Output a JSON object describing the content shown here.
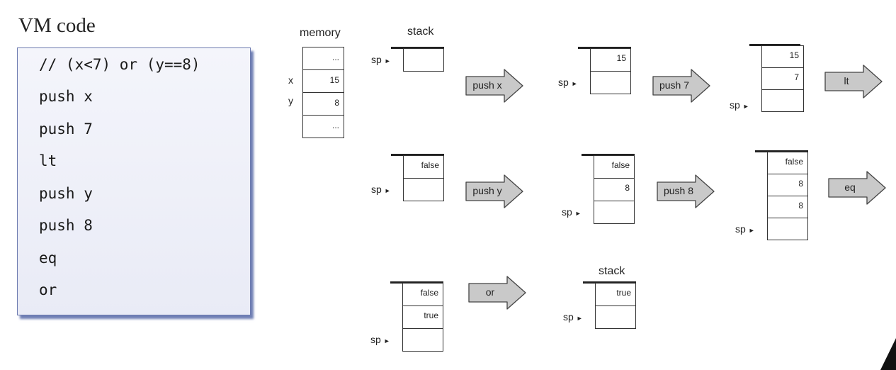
{
  "title": "VM code",
  "code": [
    "// (x<7) or (y==8)",
    "push x",
    "push 7",
    "lt",
    "push y",
    "push 8",
    "eq",
    "or"
  ],
  "memory": {
    "label": "memory",
    "cells": [
      "...",
      "15",
      "8",
      "..."
    ],
    "var_x": "x",
    "var_y": "y"
  },
  "stack_label_top": "stack",
  "stack_label_final": "stack",
  "sp_label": "sp",
  "stacks": [
    {
      "cells": [
        ""
      ]
    },
    {
      "cells": [
        "15",
        ""
      ]
    },
    {
      "cells": [
        "15",
        "7",
        ""
      ]
    },
    {
      "cells": [
        "false",
        ""
      ]
    },
    {
      "cells": [
        "false",
        "8",
        ""
      ]
    },
    {
      "cells": [
        "false",
        "8",
        "8",
        ""
      ]
    },
    {
      "cells": [
        "false",
        "true",
        ""
      ]
    },
    {
      "cells": [
        "true",
        ""
      ]
    }
  ],
  "ops": [
    "push x",
    "push 7",
    "lt",
    "push y",
    "push 8",
    "eq",
    "or"
  ]
}
